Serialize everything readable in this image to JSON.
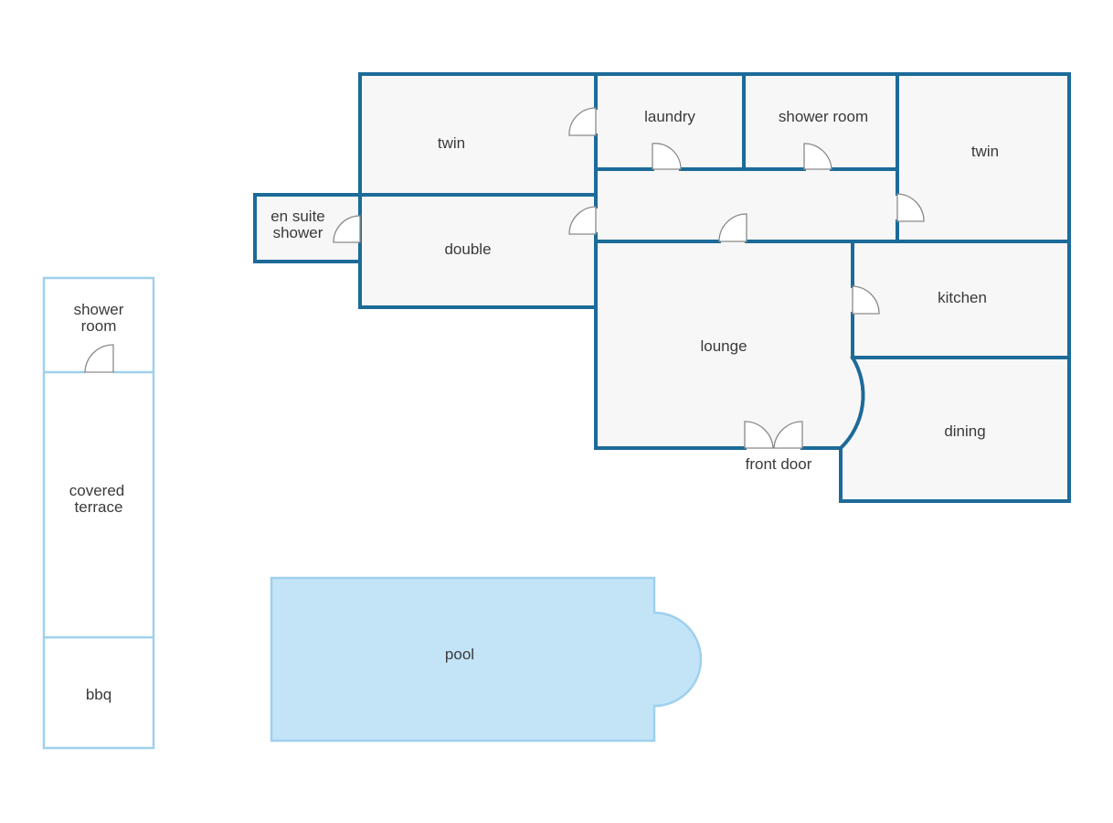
{
  "colors": {
    "wall": "#1c6b99",
    "outdoor_wall": "#9fd0ee",
    "room_fill": "#f7f7f7",
    "pool_fill": "#c3e4f7",
    "label": "#3a3a3a"
  },
  "rooms": {
    "twin_nw": "twin",
    "laundry": "laundry",
    "shower_room_main": "shower room",
    "twin_ne": "twin",
    "ensuite_line1": "en suite",
    "ensuite_line2": "shower",
    "double": "double",
    "kitchen": "kitchen",
    "lounge": "lounge",
    "dining": "dining",
    "front_door": "front door"
  },
  "outdoor": {
    "shower_line1": "shower",
    "shower_line2": "room",
    "terrace_line1": "covered",
    "terrace_line2": "terrace",
    "bbq": "bbq",
    "pool": "pool"
  }
}
